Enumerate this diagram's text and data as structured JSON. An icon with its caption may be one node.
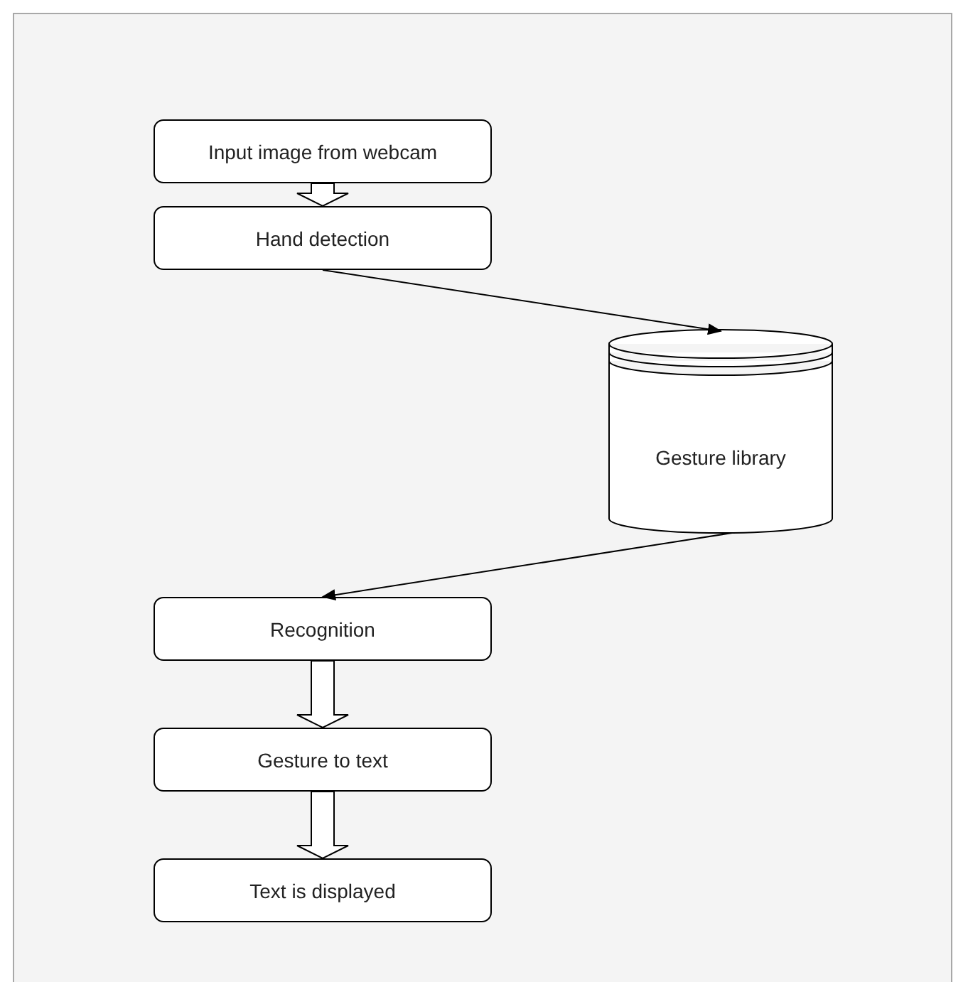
{
  "diagram": {
    "nodes": [
      {
        "text": [
          "Input image from webcam"
        ]
      },
      {
        "text": [
          "Hand detection"
        ]
      },
      {
        "text": [
          "Gesture library"
        ]
      },
      {
        "text": [
          "Recognition"
        ]
      },
      {
        "text": [
          "Gesture to text"
        ]
      },
      {
        "text": [
          "Text is displayed"
        ]
      }
    ],
    "edges": [
      {
        "from": 0,
        "to": 1,
        "arrow": "to",
        "style": "thick"
      },
      {
        "from": 1,
        "to": 2,
        "arrow": "to"
      },
      {
        "from": 2,
        "to": 3,
        "arrow": "to"
      },
      {
        "from": 3,
        "to": 4,
        "arrow": "to",
        "style": "thick"
      },
      {
        "from": 4,
        "to": 5,
        "arrow": "to",
        "style": "thick"
      }
    ]
  }
}
